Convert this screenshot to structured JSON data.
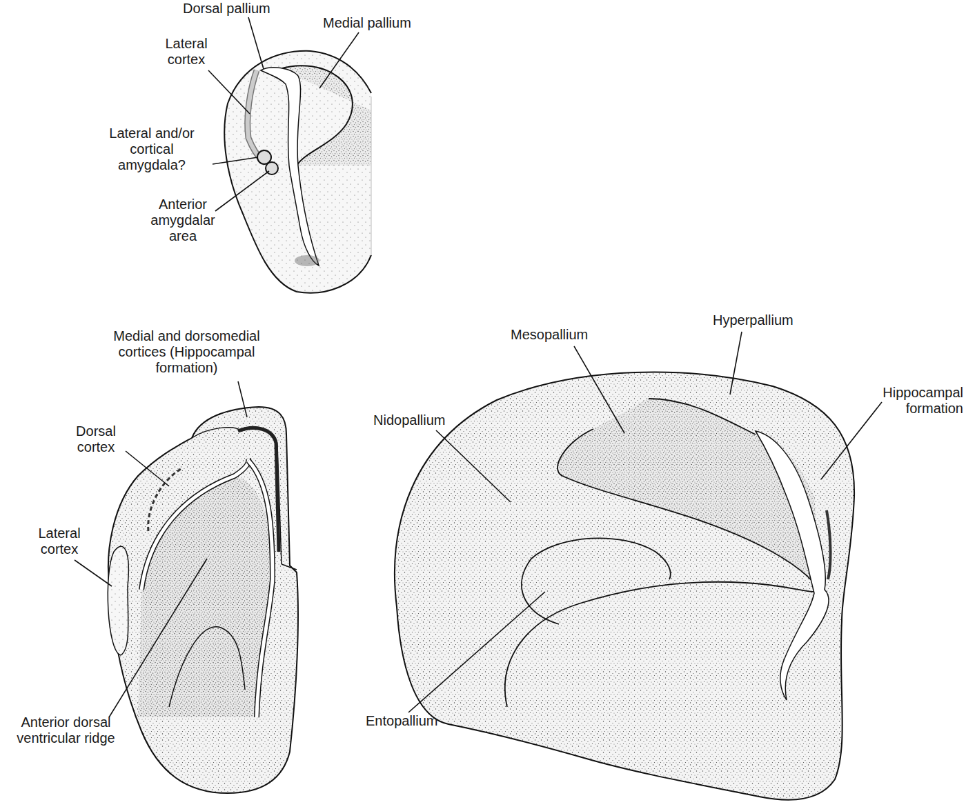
{
  "diagram": {
    "labels": [
      "Dorsal pallium",
      "Medial pallium",
      "Lateral cortex",
      "Lateral and/or cortical amygdala?",
      "Anterior amygdalar area",
      "Medial and dorsomedial cortices (Hippocampal formation)",
      "Dorsal cortex",
      "Lateral cortex",
      "Anterior dorsal ventricular ridge",
      "Mesopallium",
      "Hyperpallium",
      "Hippocampal formation",
      "Nidopallium",
      "Entopallium"
    ]
  }
}
